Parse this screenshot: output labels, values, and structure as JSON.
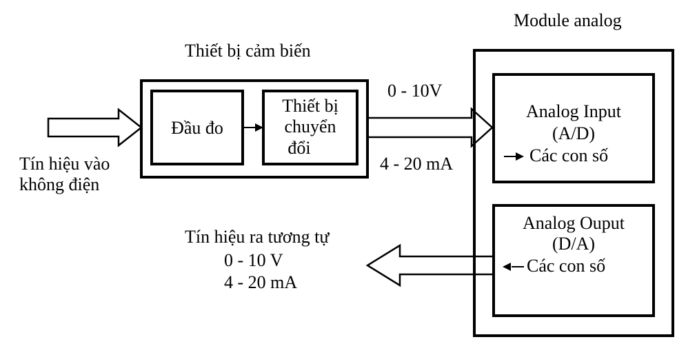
{
  "module_title": "Module analog",
  "sensor_title": "Thiết bị cảm biến",
  "sensor_probe": "Đầu đo",
  "converter_lines": [
    "Thiết bị",
    "chuyển",
    "đổi"
  ],
  "signal_range_voltage": "0 - 10V",
  "signal_range_current": "4 - 20 mA",
  "input_signal_lines": [
    "Tín hiệu vào",
    "không điện"
  ],
  "analog_input": {
    "title": "Analog Input",
    "code": "(A/D)",
    "digits": "Các con số"
  },
  "analog_output": {
    "title": "Analog Ouput",
    "code": "(D/A)",
    "digits": "Các con số"
  },
  "output_signal": {
    "title": "Tín hiệu ra tương tự",
    "voltage": "0 - 10 V",
    "current": "4 - 20 mA"
  }
}
